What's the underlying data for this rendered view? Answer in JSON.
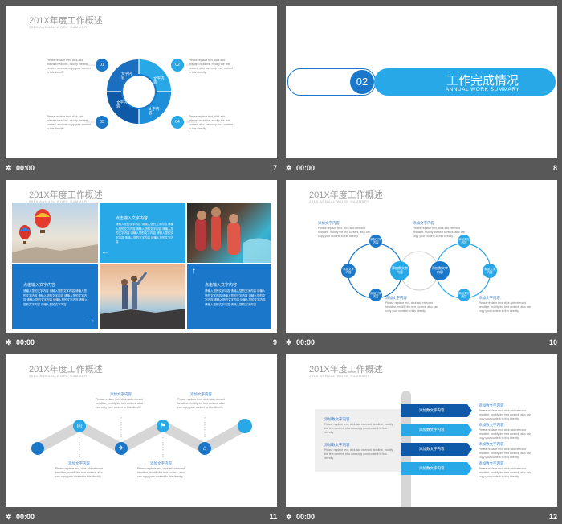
{
  "slides": [
    {
      "number": "7",
      "time": "00:00",
      "title": "201X年度工作概述",
      "subtitle": "201X ANNUAL WORK SUMMARY",
      "cycle_nums": [
        "01",
        "02",
        "03",
        "04"
      ],
      "segment_label": "文字内容",
      "para": "Please replace text, click add relevant headline, modify the text content, also can copy your content to this directly."
    },
    {
      "number": "8",
      "time": "00:00",
      "section_num": "02",
      "section_title": "工作完成情况",
      "section_sub": "ANNUAL WORK SUMMARY"
    },
    {
      "number": "9",
      "time": "00:00",
      "title": "201X年度工作概述",
      "subtitle": "201X ANNUAL WORK SUMMARY",
      "card_title": "点击输入文字内容",
      "card_text": "请输入您的文字内容 请输入您的文字内容 请输入您的文字内容 请输入您的文字内容 请输入您的文字内容 请输入您的文字内容 请输入您的文字内容 请输入您的文字内容 请输入您的文字内容"
    },
    {
      "number": "10",
      "time": "00:00",
      "title": "201X年度工作概述",
      "subtitle": "201X ANNUAL WORK SUMMARY",
      "heading": "添加文字内容",
      "small_label": "添加文字内容",
      "big_label": "添加数文字内容",
      "para": "Please replace text, click add relevant headline, modify the text content, also can copy your content to this directly."
    },
    {
      "number": "11",
      "time": "00:00",
      "title": "201X年度工作概述",
      "subtitle": "201X ANNUAL WORK SUMMARY",
      "heading": "添加文字内容",
      "para": "Please replace text, click add relevant headline, modify the text content, also can copy your content to this directly."
    },
    {
      "number": "12",
      "time": "00:00",
      "title": "201X年度工作概述",
      "subtitle": "201X ANNUAL WORK SUMMARY",
      "heading": "添加数文字内容",
      "arrow_label": "添加数文字内容",
      "para": "Please replace text, click add relevant headline, modify the text content, also can copy your content to this directly."
    }
  ],
  "colors": {
    "primary": "#1a77c9",
    "light": "#29a8e8",
    "dark": "#0f5aa8",
    "grey": "#d6d6d6"
  },
  "icons": {
    "slide_icon": "play-slide-icon"
  }
}
